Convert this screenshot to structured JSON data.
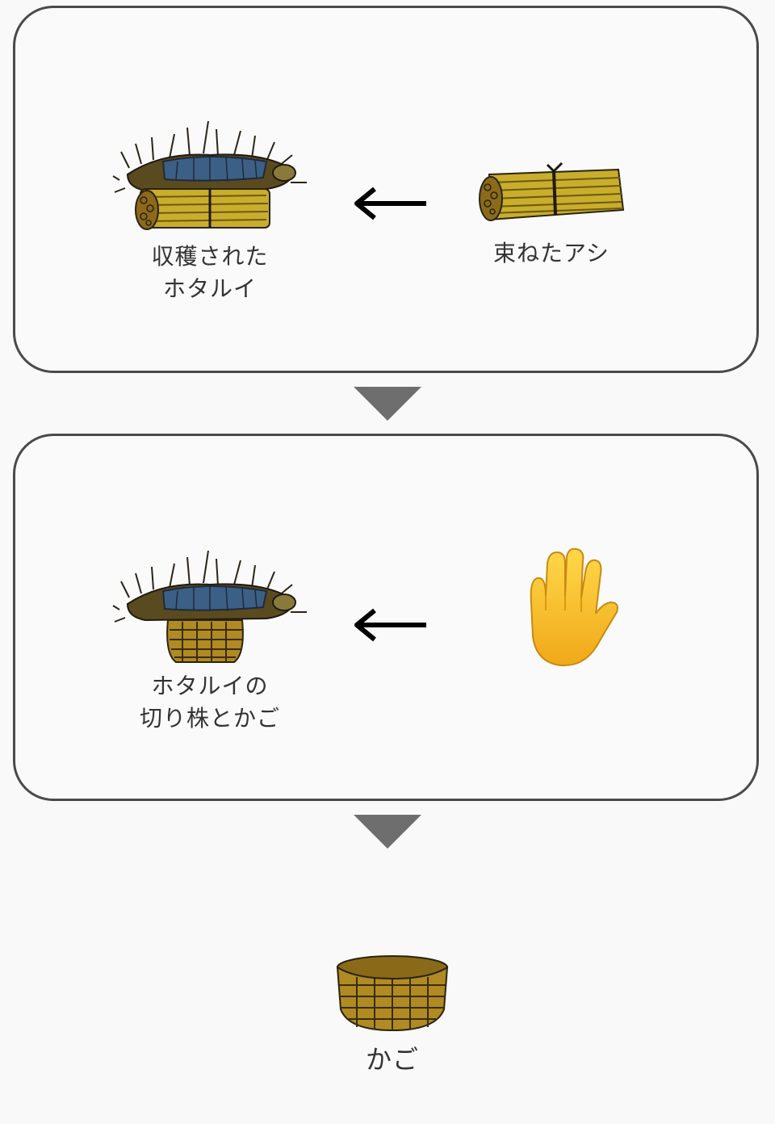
{
  "steps": [
    {
      "result": {
        "icon": "harvested-bulrush-icon",
        "label": "収穫された\nホタルイ"
      },
      "arrow": "left-arrow-icon",
      "input": {
        "icon": "bundled-reeds-icon",
        "label": "束ねたアシ"
      }
    },
    {
      "result": {
        "icon": "bulrush-stump-and-basket-icon",
        "label": "ホタルイの\n切り株とかご"
      },
      "arrow": "left-arrow-icon",
      "input": {
        "icon": "raised-hand-icon",
        "label": ""
      }
    }
  ],
  "final": {
    "icon": "basket-icon",
    "label": "かご"
  },
  "colors": {
    "card_border": "#4a4a4a",
    "flow_arrow": "#6e6e6e",
    "reed_dark": "#6b5a0e",
    "reed_light": "#c9ad2c",
    "bulrush_blue": "#3c5f86",
    "hand": "#f7c531"
  }
}
